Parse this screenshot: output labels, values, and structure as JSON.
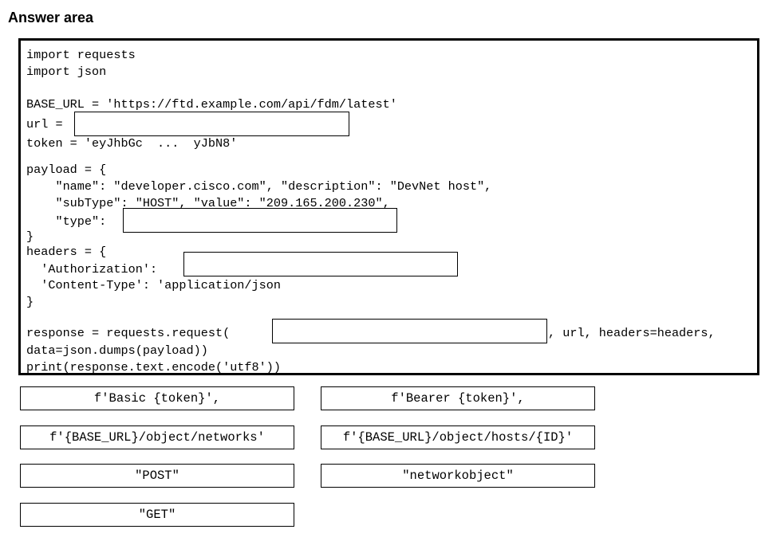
{
  "title": "Answer area",
  "code": {
    "l1": "import requests",
    "l2": "import json",
    "l3": "BASE_URL = 'https://ftd.example.com/api/fdm/latest'",
    "l4_prefix": "url =",
    "l5": "token = 'eyJhbGc  ...  yJbN8'",
    "l6": "payload = {",
    "l7": "    \"name\": \"developer.cisco.com\", \"description\": \"DevNet host\",",
    "l8": "    \"subType\": \"HOST\", \"value\": \"209.165.200.230\",",
    "l9_prefix": "    \"type\":",
    "l10": "}",
    "l11": "headers = {",
    "l12_prefix": "  'Authorization':",
    "l13": "  'Content-Type': 'application/json",
    "l14": "}",
    "l15_prefix": "response = requests.request(",
    "l15_suffix": ", url, headers=headers,",
    "l16": "data=json.dumps(payload))",
    "l17": "print(response.text.encode('utf8'))"
  },
  "options": {
    "basic_token": "f'Basic {token}',",
    "bearer_token": "f'Bearer {token}',",
    "networks_url": "f'{BASE_URL}/object/networks'",
    "hosts_url": "f'{BASE_URL}/object/hosts/{ID}'",
    "post": "\"POST\"",
    "networkobject": "\"networkobject\"",
    "get": "\"GET\""
  }
}
